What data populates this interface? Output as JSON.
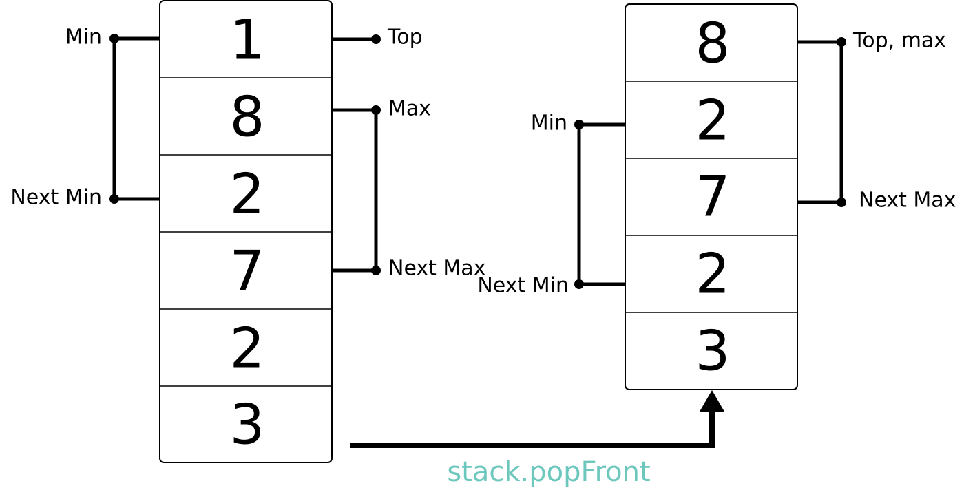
{
  "colors": {
    "ink": "#000000",
    "operation": "#6cc7bd"
  },
  "before_stack": {
    "cells": [
      "1",
      "8",
      "2",
      "7",
      "2",
      "3"
    ],
    "labels": {
      "min": "Min",
      "top": "Top",
      "max": "Max",
      "next_min": "Next Min",
      "next_max": "Next Max"
    }
  },
  "after_stack": {
    "cells": [
      "8",
      "2",
      "7",
      "2",
      "3"
    ],
    "labels": {
      "top_max": "Top, max",
      "min": "Min",
      "next_max": "Next Max",
      "next_min": "Next Min"
    }
  },
  "operation": {
    "label": "stack.popFront"
  }
}
